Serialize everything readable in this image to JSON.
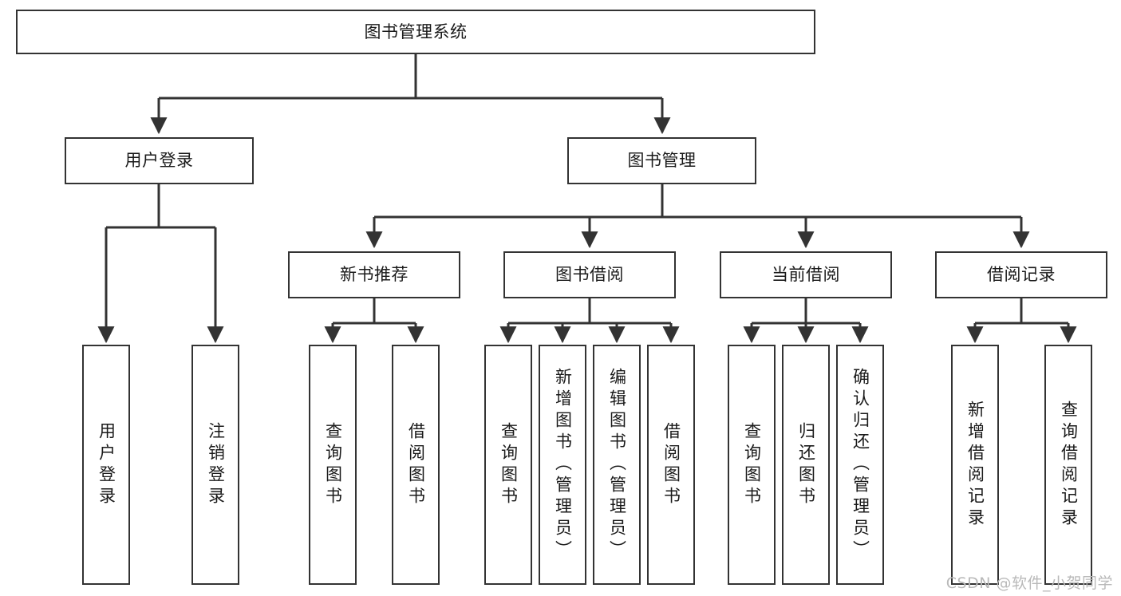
{
  "diagram": {
    "type": "tree",
    "title": "图书管理系统",
    "orientation": "top-down",
    "watermark": "CSDN @软件_小贺同学",
    "colors": {
      "box_border": "#333333",
      "box_fill": "#ffffff",
      "connector": "#333333",
      "text": "#1a1a1a",
      "watermark": "#b9b9b9",
      "background": "#ffffff"
    },
    "nodes": {
      "root": {
        "label": "图书管理系统",
        "level": 1,
        "text_direction": "horizontal"
      },
      "user_login": {
        "label": "用户登录",
        "level": 2,
        "text_direction": "horizontal"
      },
      "book_manage": {
        "label": "图书管理",
        "level": 2,
        "text_direction": "horizontal"
      },
      "new_book_rec": {
        "label": "新书推荐",
        "level": 3,
        "text_direction": "horizontal"
      },
      "book_borrow": {
        "label": "图书借阅",
        "level": 3,
        "text_direction": "horizontal"
      },
      "current_borrow": {
        "label": "当前借阅",
        "level": 3,
        "text_direction": "horizontal"
      },
      "borrow_record": {
        "label": "借阅记录",
        "level": 3,
        "text_direction": "horizontal"
      },
      "leaf_user_login": {
        "label": "用户登录",
        "level": 4,
        "text_direction": "vertical"
      },
      "leaf_logout": {
        "label": "注销登录",
        "level": 4,
        "text_direction": "vertical"
      },
      "leaf_query_book_1": {
        "label": "查询图书",
        "level": 4,
        "text_direction": "vertical"
      },
      "leaf_borrow_book_1": {
        "label": "借阅图书",
        "level": 4,
        "text_direction": "vertical"
      },
      "leaf_query_book_2": {
        "label": "查询图书",
        "level": 4,
        "text_direction": "vertical"
      },
      "leaf_add_book": {
        "label": "新增图书（管理员）",
        "level": 4,
        "text_direction": "vertical"
      },
      "leaf_edit_book": {
        "label": "编辑图书（管理员）",
        "level": 4,
        "text_direction": "vertical"
      },
      "leaf_borrow_book_2": {
        "label": "借阅图书",
        "level": 4,
        "text_direction": "vertical"
      },
      "leaf_query_book_3": {
        "label": "查询图书",
        "level": 4,
        "text_direction": "vertical"
      },
      "leaf_return_book": {
        "label": "归还图书",
        "level": 4,
        "text_direction": "vertical"
      },
      "leaf_confirm_return": {
        "label": "确认归还（管理员）",
        "level": 4,
        "text_direction": "vertical"
      },
      "leaf_add_record": {
        "label": "新增借阅记录",
        "level": 4,
        "text_direction": "vertical"
      },
      "leaf_query_record": {
        "label": "查询借阅记录",
        "level": 4,
        "text_direction": "vertical"
      }
    },
    "edges": [
      {
        "from": "root",
        "to": "user_login"
      },
      {
        "from": "root",
        "to": "book_manage"
      },
      {
        "from": "user_login",
        "to": "leaf_user_login"
      },
      {
        "from": "user_login",
        "to": "leaf_logout"
      },
      {
        "from": "book_manage",
        "to": "new_book_rec"
      },
      {
        "from": "book_manage",
        "to": "book_borrow"
      },
      {
        "from": "book_manage",
        "to": "current_borrow"
      },
      {
        "from": "book_manage",
        "to": "borrow_record"
      },
      {
        "from": "new_book_rec",
        "to": "leaf_query_book_1"
      },
      {
        "from": "new_book_rec",
        "to": "leaf_borrow_book_1"
      },
      {
        "from": "book_borrow",
        "to": "leaf_query_book_2"
      },
      {
        "from": "book_borrow",
        "to": "leaf_add_book"
      },
      {
        "from": "book_borrow",
        "to": "leaf_edit_book"
      },
      {
        "from": "book_borrow",
        "to": "leaf_borrow_book_2"
      },
      {
        "from": "current_borrow",
        "to": "leaf_query_book_3"
      },
      {
        "from": "current_borrow",
        "to": "leaf_return_book"
      },
      {
        "from": "current_borrow",
        "to": "leaf_confirm_return"
      },
      {
        "from": "borrow_record",
        "to": "leaf_add_record"
      },
      {
        "from": "borrow_record",
        "to": "leaf_query_record"
      }
    ]
  }
}
